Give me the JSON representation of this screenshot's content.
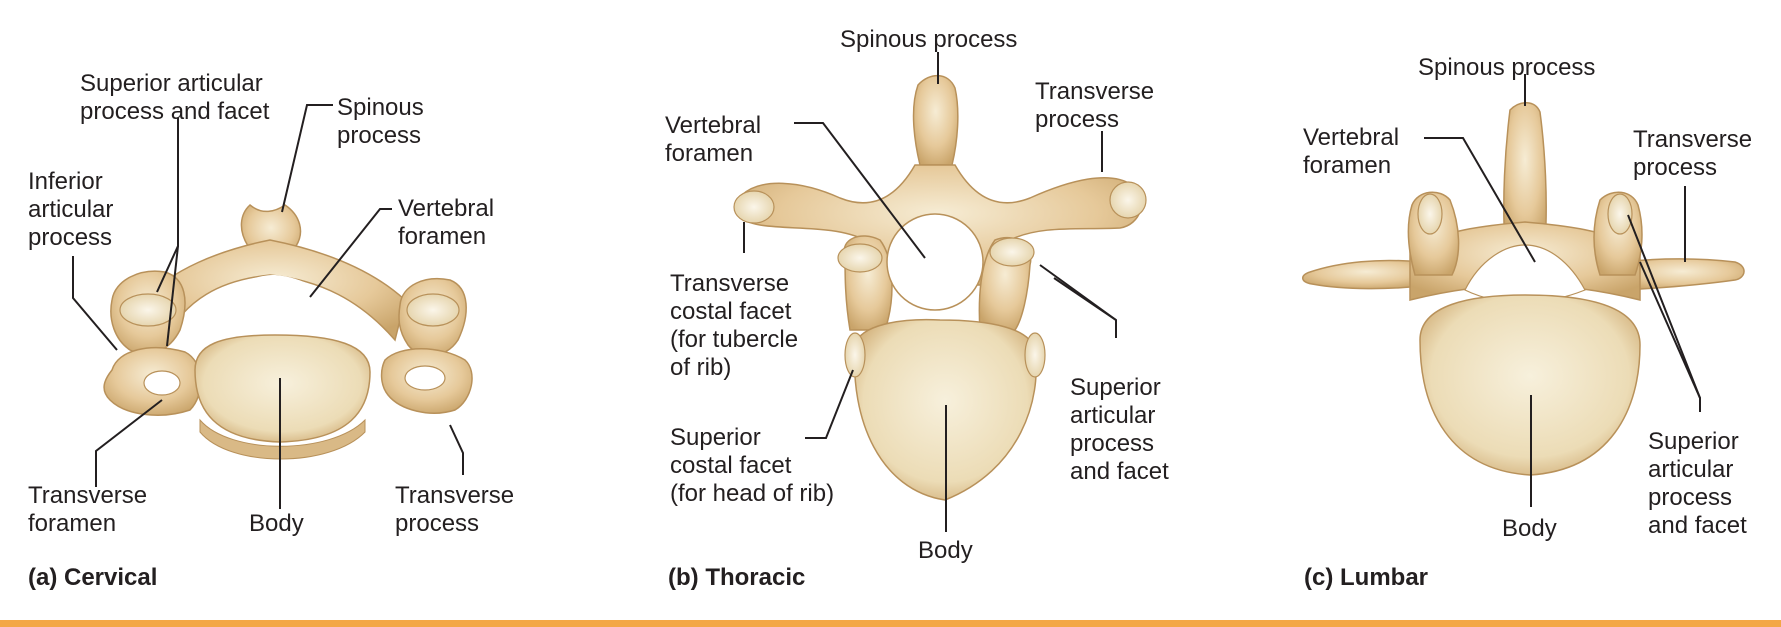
{
  "panels": [
    {
      "caption": "(a) Cervical",
      "labels": {
        "superior_articular": "Superior articular\nprocess and facet",
        "spinous": "Spinous\nprocess",
        "inferior_articular": "Inferior\narticular\nprocess",
        "vertebral_foramen": "Vertebral\nforamen",
        "transverse_foramen": "Transverse\nforamen",
        "body": "Body",
        "transverse_process": "Transverse\nprocess"
      }
    },
    {
      "caption": "(b) Thoracic",
      "labels": {
        "spinous": "Spinous process",
        "transverse_process": "Transverse\nprocess",
        "vertebral_foramen": "Vertebral\nforamen",
        "transverse_costal_facet": "Transverse\ncostal facet\n(for tubercle\nof rib)",
        "superior_articular": "Superior\narticular\nprocess\nand facet",
        "superior_costal_facet": "Superior\ncostal facet\n(for head of rib)",
        "body": "Body"
      }
    },
    {
      "caption": "(c) Lumbar",
      "labels": {
        "spinous": "Spinous process",
        "vertebral_foramen": "Vertebral\nforamen",
        "transverse_process": "Transverse\nprocess",
        "superior_articular": "Superior\narticular\nprocess\nand facet",
        "body": "Body"
      }
    }
  ],
  "colors": {
    "bone": "#e6c99a",
    "bone_dark": "#c9a46a",
    "bone_light": "#f6ecd4",
    "body_surface": "#efe3c4",
    "leader": "#231f20",
    "text": "#231f20",
    "accent_bar": "#f3a746"
  }
}
